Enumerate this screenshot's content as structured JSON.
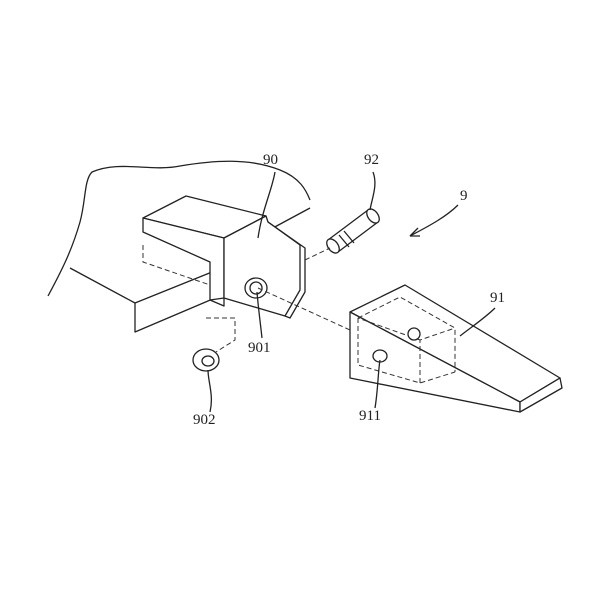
{
  "labels": {
    "assembly": "9",
    "holder": "90",
    "holder_hole": "901",
    "washer": "902",
    "tooth": "91",
    "tooth_hole": "911",
    "pin": "92"
  }
}
